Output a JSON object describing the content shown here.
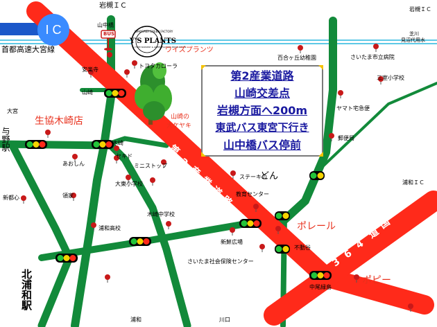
{
  "headline": {
    "lines": [
      "第2産業道路",
      "山崎交差点",
      "岩槻方面へ200m",
      "東武バス東宮下行き",
      "山中橋バス停前"
    ]
  },
  "interchange": {
    "badge": "I C"
  },
  "highway": {
    "name": "首都高速大宮線"
  },
  "business": {
    "logo_text": "Y'S PLANTS",
    "logo_arc": "WAKISAKA GREEN FACTORY",
    "logo_sub": "A TREE NURSERY & GREEN FACTORY PRODUCTION",
    "name": "ワイズプランツ",
    "bus_sign": "BUS"
  },
  "tree": {
    "label_line1": "山崎の",
    "label_line2": "大ケヤキ"
  },
  "road_main": {
    "label_chars": [
      "第",
      "2",
      "産",
      "業",
      "道",
      "路"
    ]
  },
  "road_364": {
    "label_chars": [
      "3",
      "6",
      "4",
      "道",
      "国"
    ]
  },
  "labels": {
    "iwatsuki_ic": "岩槻ＩＣ",
    "yamanaka_bridge": "山中橋",
    "shiba_river": "芝川",
    "minuma_canal": "見沼代用水",
    "toyota": "トヨタカローラ",
    "anrakuji": "安楽寺",
    "yamazaki": "山崎",
    "omiya": "大宮",
    "yono_st": "与野駅",
    "coop": "生協木崎店",
    "kizaki": "木崎",
    "aoshin": "あおしん",
    "sekido": "セキド",
    "ministop": "ミニストップ",
    "daito_elem": "大東小学校",
    "shintoshin": "新都心",
    "ryoke": "領家",
    "urawa_high": "浦和高校",
    "kizaki_jhs": "木崎中学校",
    "kita_urawa_st": "北浦和駅",
    "urawa": "浦和",
    "kawaguchi": "川口",
    "urawa_ic": "浦和ＩＣ",
    "iwatsuki_ic_right": "岩槻ＩＣ",
    "yuribu": "百合ヶ丘幼稚園",
    "saitama_city_hosp": "さいたま市立病院",
    "sanmuro_elem": "三室小学校",
    "yamato": "ヤマト宅急便",
    "post_office": "郵便局",
    "steak": "ステーキの",
    "don": "どん",
    "edu_center": "教育センター",
    "shinsen": "新鮮広場",
    "polaire": "ポレール",
    "fudogu": "不動谷",
    "social_insurance": "さいたま社会保険センター",
    "popi": "ポピー",
    "naka_ozaki": "中尾緑島"
  },
  "colors": {
    "highway": "#1b57c9",
    "main_road": "#ff2a1a",
    "green_road": "#128a3a",
    "water": "#5ec9e6",
    "pin": "#c81919",
    "headline": "#1a1aa0",
    "callout": "#e8301c"
  }
}
